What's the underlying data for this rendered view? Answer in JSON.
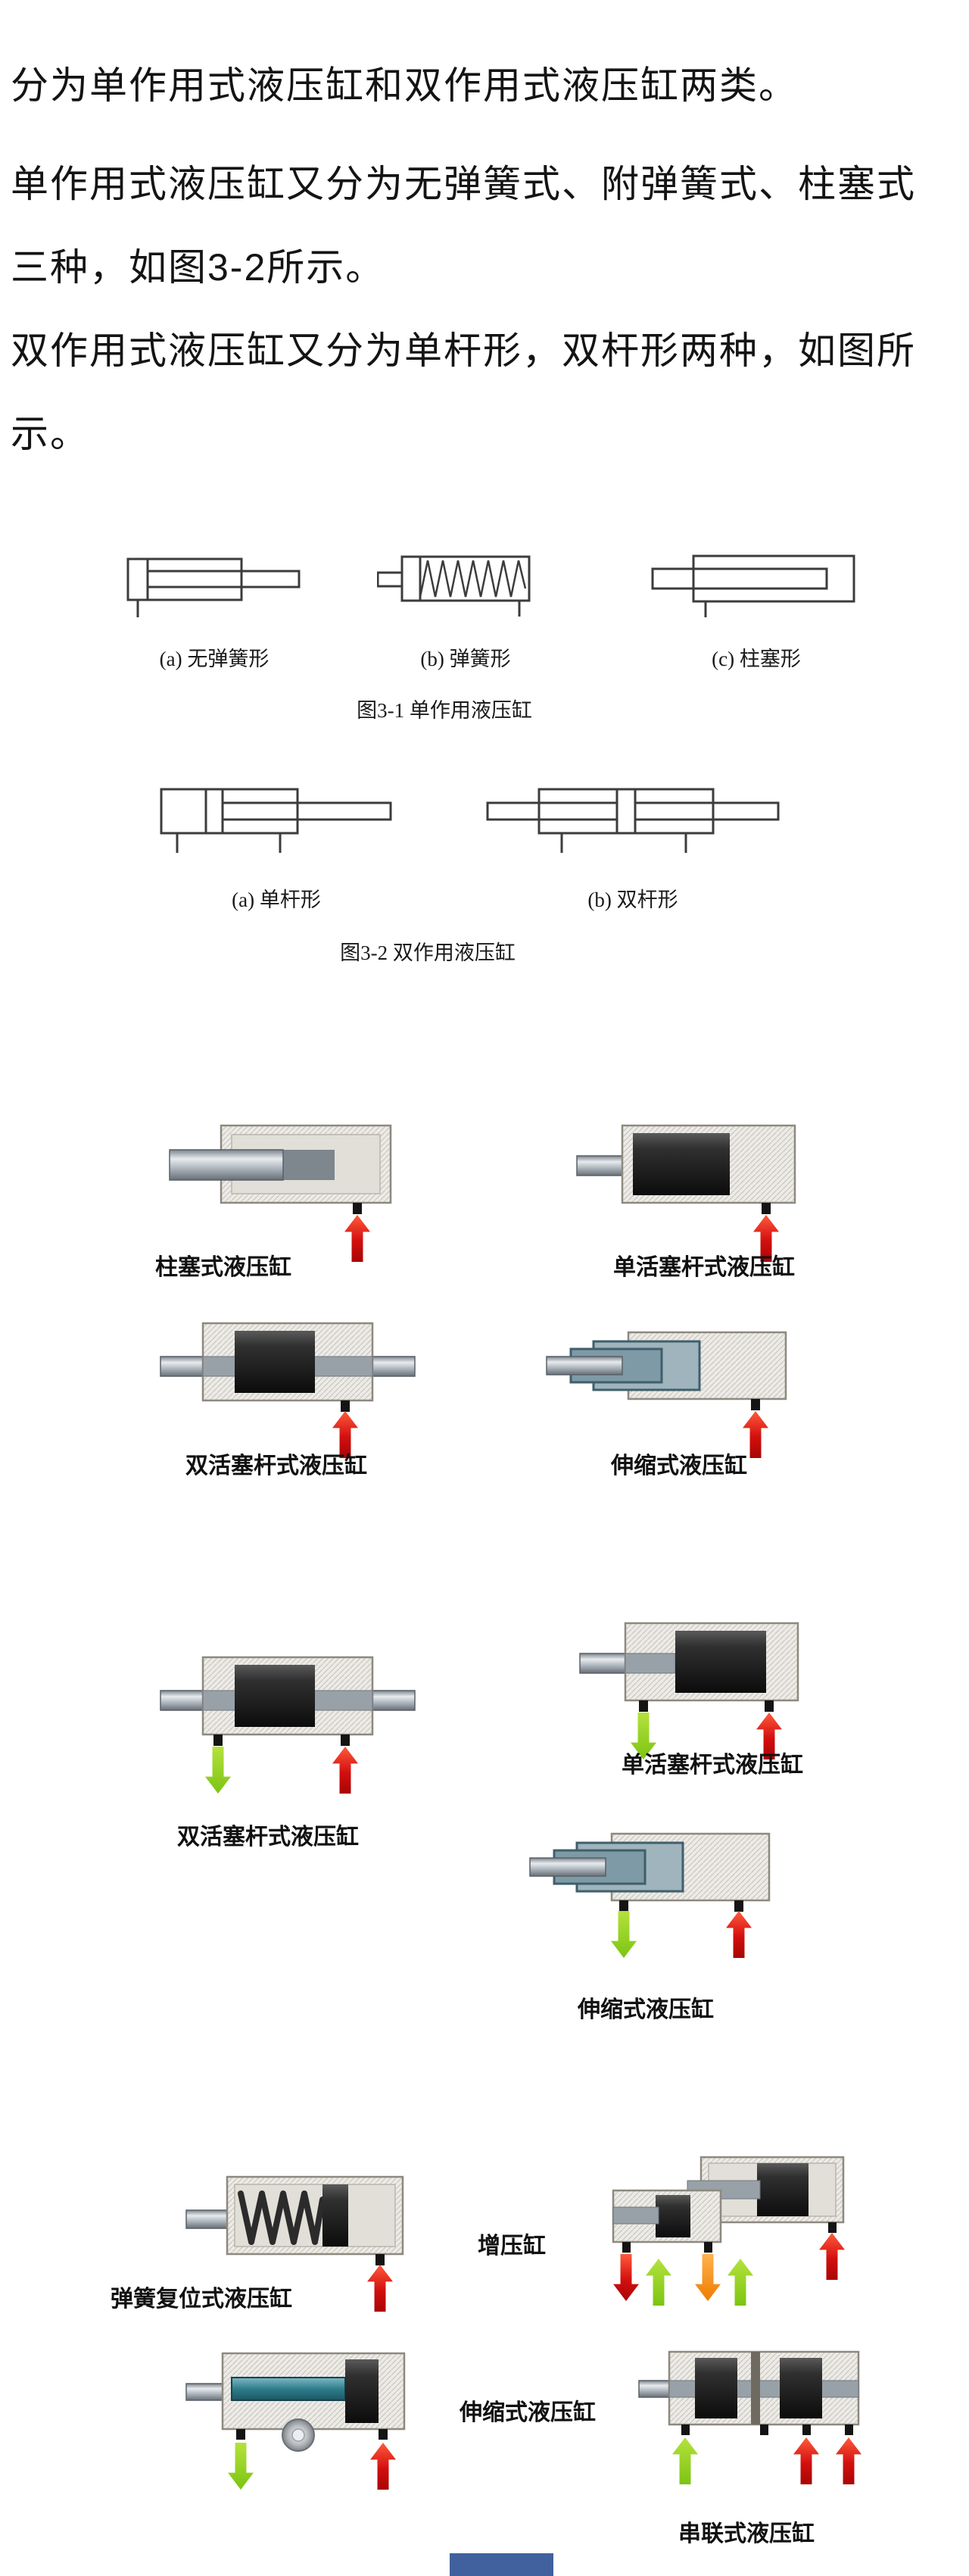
{
  "intro": {
    "p1": "分为单作用式液压缸和双作用式液压缸两类。",
    "p2": "单作用式液压缸又分为无弹簧式、附弹簧式、柱塞式三种，如图3-2所示。",
    "p3": "双作用式液压缸又分为单杆形，双杆形两种，如图所示。"
  },
  "figure31": {
    "caption": "图3-1 单作用液压缸",
    "items": [
      {
        "label": "(a) 无弹簧形"
      },
      {
        "label": "(b) 弹簧形"
      },
      {
        "label": "(c) 柱塞形"
      }
    ]
  },
  "figure32": {
    "caption": "图3-2 双作用液压缸",
    "items": [
      {
        "label": "(a) 单杆形"
      },
      {
        "label": "(b) 双杆形"
      }
    ]
  },
  "gallery_single_acting": {
    "plunger_label": "柱塞式液压缸",
    "single_rod_label": "单活塞杆式液压缸",
    "double_rod_label": "双活塞杆式液压缸",
    "telescopic_label": "伸缩式液压缸"
  },
  "gallery_double_acting": {
    "double_rod_label": "双活塞杆式液压缸",
    "single_rod_label": "单活塞杆式液压缸",
    "telescopic_label": "伸缩式液压缸"
  },
  "gallery_special": {
    "spring_return_label": "弹簧复位式液压缸",
    "booster_label": "增压缸",
    "telescopic_label": "伸缩式液压缸",
    "tandem_label": "串联式液压缸"
  },
  "colors": {
    "arrow_red": "#d30f0f",
    "arrow_green": "#7cc413",
    "arrow_orange": "#ef7c00",
    "footer_bar_blue": "#41619e",
    "text": "#141414"
  }
}
